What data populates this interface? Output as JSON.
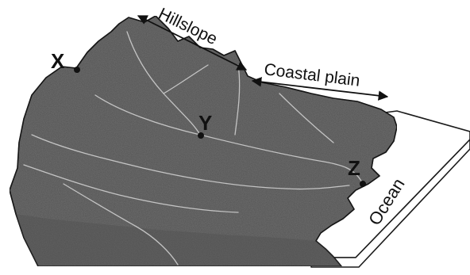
{
  "labels": {
    "hillslope": "Hillslope",
    "coastal_plain": "Coastal plain",
    "ocean": "Ocean"
  },
  "points": {
    "x": "X",
    "y": "Y",
    "z": "Z"
  },
  "colors": {
    "land": "#6e6e6e",
    "land_dark": "#4d4d4d",
    "ocean": "#ffffff",
    "stream": "#c4c4c4",
    "outline": "#1a1a1a"
  }
}
